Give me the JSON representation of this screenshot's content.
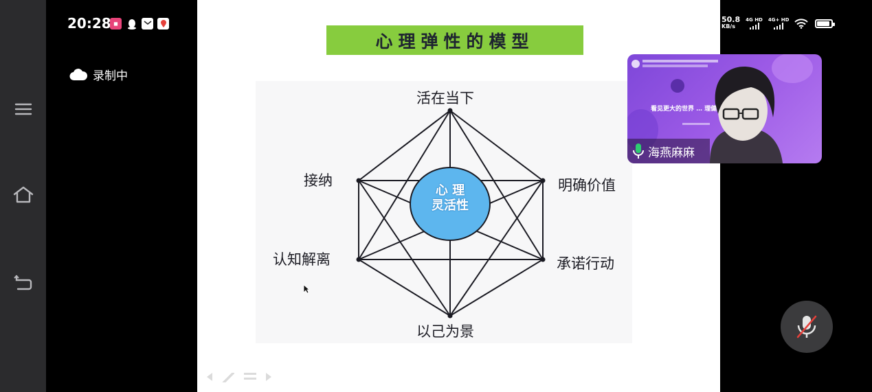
{
  "status_bar": {
    "time": "20:28",
    "net_speed": "50.8",
    "net_speed_unit": "KB/s",
    "sim1": "4G HD",
    "sim2": "4G+ HD",
    "app_icons": [
      "app-badge-icon",
      "qq-icon",
      "mail-icon",
      "map-pin-icon"
    ]
  },
  "recording": {
    "label": "录制中",
    "icon": "cloud-icon"
  },
  "nav": [
    "menu-icon",
    "home-icon",
    "back-icon"
  ],
  "slide": {
    "title": "心理弹性的模型",
    "diagram": {
      "center": [
        "心 理",
        "灵活性"
      ],
      "nodes": {
        "top": "活在当下",
        "upper_left": "接纳",
        "upper_right": "明确价值",
        "lower_left": "认知解离",
        "lower_right": "承诺行动",
        "bottom": "以己为景"
      },
      "colors": {
        "center_fill": "#5db6ee",
        "title_bg": "#87cc3e"
      }
    }
  },
  "participant": {
    "name": "海燕麻麻",
    "banner_text": "看见更大的世界 … 理健康"
  },
  "controls": {
    "mute_icon": "mic-muted-icon"
  }
}
